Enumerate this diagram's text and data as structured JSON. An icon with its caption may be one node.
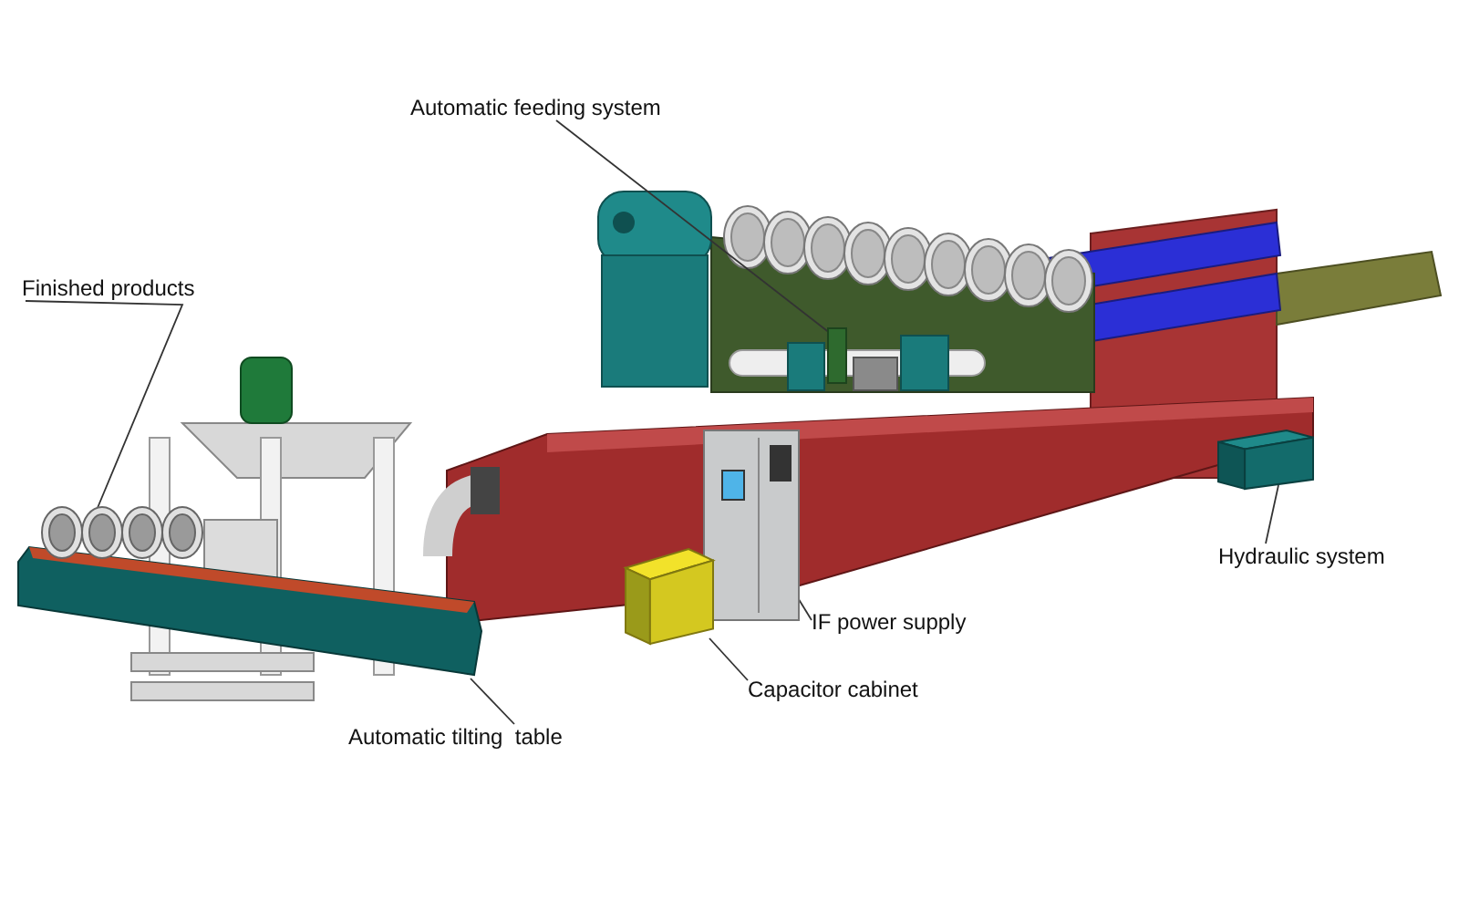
{
  "diagram": {
    "nodes": [
      {
        "text": [
          "Automatic feeding system"
        ]
      },
      {
        "text": [
          "Finished products"
        ]
      },
      {
        "text": [
          "Hydraulic system"
        ]
      },
      {
        "text": [
          "IF power supply"
        ]
      },
      {
        "text": [
          "Capacitor cabinet"
        ]
      },
      {
        "text": [
          "Automatic tilting  table"
        ]
      },
      {
        "text": [],
        "shape": "picture"
      },
      {
        "text": [],
        "shape": "picture"
      },
      {
        "text": [],
        "shape": "box"
      },
      {
        "text": [],
        "shape": "picture"
      },
      {
        "text": [],
        "shape": "box"
      },
      {
        "text": [],
        "shape": "picture"
      }
    ],
    "edges": [
      {
        "from": 0,
        "to": 6,
        "arrow": "none"
      },
      {
        "from": 1,
        "to": 7,
        "arrow": "none"
      },
      {
        "from": 2,
        "to": 8,
        "arrow": "none"
      },
      {
        "from": 3,
        "to": 9,
        "arrow": "none"
      },
      {
        "from": 4,
        "to": 10,
        "arrow": "none"
      },
      {
        "from": 5,
        "to": 11,
        "arrow": "none"
      }
    ]
  }
}
